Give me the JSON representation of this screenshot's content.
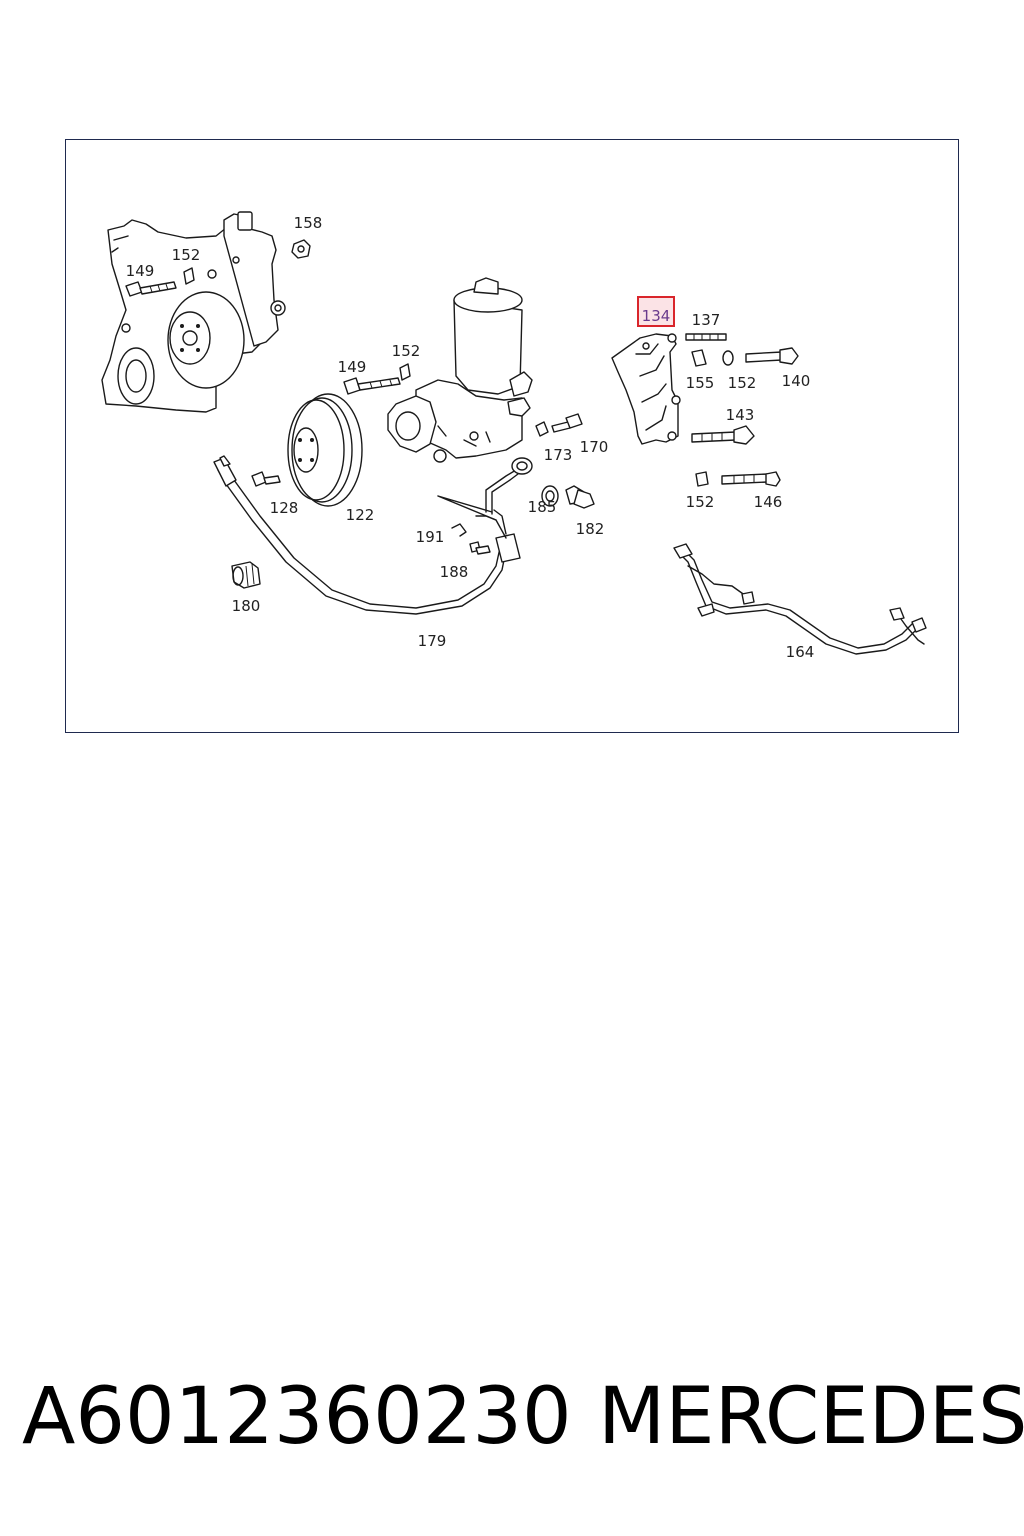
{
  "diagram": {
    "highlighted_part": "134",
    "highlight_color": "#d9252b",
    "labels": {
      "l158": "158",
      "l152a": "152",
      "l149a": "149",
      "l149b": "149",
      "l152b": "152",
      "l134": "134",
      "l137": "137",
      "l155": "155",
      "l152c": "152",
      "l140": "140",
      "l143": "143",
      "l173": "173",
      "l170": "170",
      "l128": "128",
      "l122": "122",
      "l185": "185",
      "l182": "182",
      "l152d": "152",
      "l146": "146",
      "l191": "191",
      "l188": "188",
      "l180": "180",
      "l179": "179",
      "l164": "164"
    }
  },
  "caption": {
    "part_number": "A6012360230",
    "brand": "MERCEDES"
  }
}
